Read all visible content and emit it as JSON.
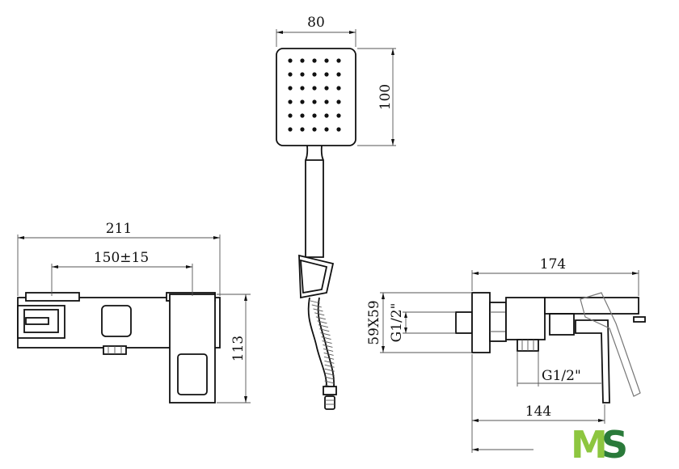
{
  "dimensions": {
    "head_width": "80",
    "head_height": "100",
    "mixer_width": "211",
    "mixer_centers": "150±15",
    "mixer_height": "113",
    "side_length": "174",
    "flange_size": "59X59",
    "inlet_thread": "G1/2\"",
    "outlet_thread": "G1/2\"",
    "lower_depth": "144"
  },
  "logo": {
    "first": "M",
    "second": "S",
    "first_color": "#8dc63f",
    "second_color": "#2a7a3a"
  }
}
